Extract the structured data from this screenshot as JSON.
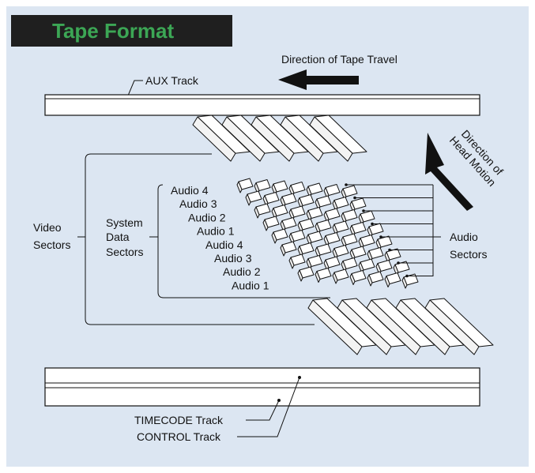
{
  "title": "Tape Format",
  "labels": {
    "direction_tape_travel": "Direction of Tape Travel",
    "aux_track": "AUX Track",
    "direction_head_line1": "Direction of",
    "direction_head_line2": "Head Motion",
    "video_sectors_line1": "Video",
    "video_sectors_line2": "Sectors",
    "system_data_line1": "System",
    "system_data_line2": "Data",
    "system_data_line3": "Sectors",
    "audio_sectors_line1": "Audio",
    "audio_sectors_line2": "Sectors",
    "timecode_track": "TIMECODE Track",
    "control_track": "CONTROL Track"
  },
  "audio_rows": [
    "Audio 4",
    "Audio 3",
    "Audio 2",
    "Audio 1",
    "Audio 4",
    "Audio 3",
    "Audio 2",
    "Audio 1"
  ],
  "colors": {
    "panel": "#dce6f2",
    "title_bg": "#1f1f1f",
    "title_text": "#3ca655",
    "arrow": "#111111"
  }
}
